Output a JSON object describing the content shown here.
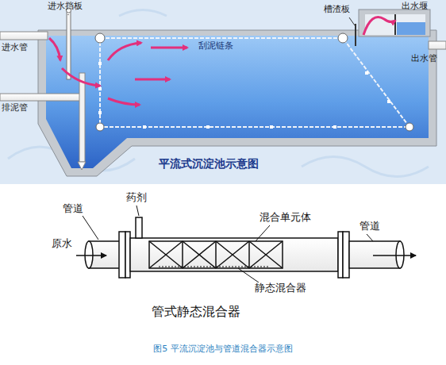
{
  "diagram": {
    "caption": "图5 平流沉淀池与管道混合器示意图",
    "labels": [
      "进水挡板",
      "进水管",
      "排泥管",
      "刮泥链条",
      "槽渣板",
      "出水堰",
      "出水管",
      "平流式沉淀池示意图",
      "药剂",
      "管道",
      "原水",
      "混合单元体",
      "管道",
      "静态混合器",
      "管式静态混合器"
    ]
  }
}
